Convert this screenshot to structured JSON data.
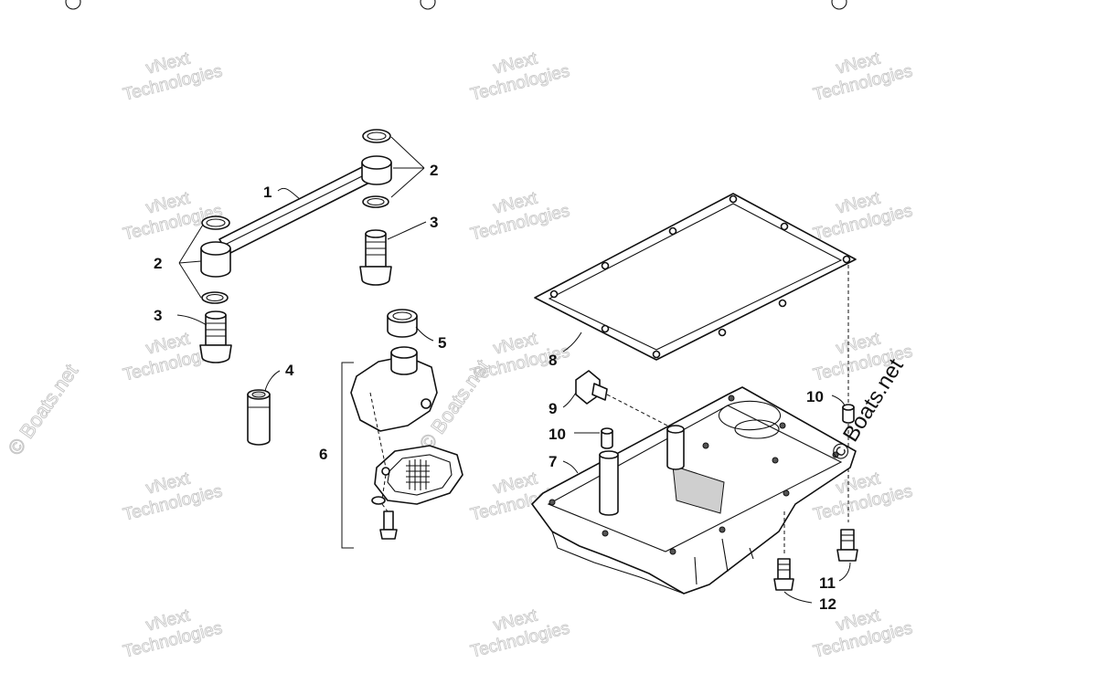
{
  "watermark": {
    "line1": "vNext",
    "line2": "Technologies",
    "boats": "© Boats.net"
  },
  "brand": "© Boats.net",
  "callouts": {
    "c1": "1",
    "c2a": "2",
    "c2b": "2",
    "c3a": "3",
    "c3b": "3",
    "c4": "4",
    "c5": "5",
    "c6": "6",
    "c7": "7",
    "c8": "8",
    "c9": "9",
    "c10a": "10",
    "c10b": "10",
    "c11": "11",
    "c12": "12"
  },
  "colors": {
    "line": "#111111",
    "watermark": "#c9c9c9",
    "background": "#ffffff"
  }
}
